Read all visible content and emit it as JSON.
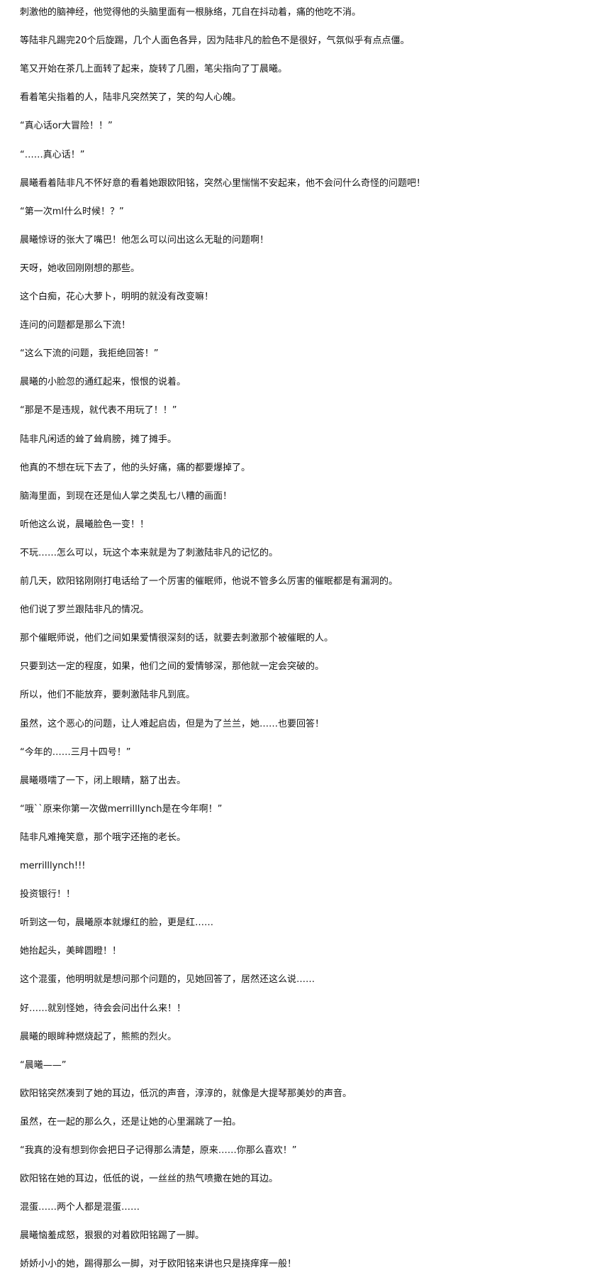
{
  "article": {
    "paragraphs": [
      "刺激他的脑神经，他觉得他的头脑里面有一根脉络，兀自在抖动着，痛的他吃不消。",
      "等陆非凡踢完20个后旋踢，几个人面色各异，因为陆非凡的脸色不是很好，气氛似乎有点点僵。",
      "笔又开始在茶几上面转了起来，旋转了几圈，笔尖指向了丁晨曦。",
      "看着笔尖指着的人，陆非凡突然笑了，笑的勾人心魄。",
      "“真心话or大冒险！！”",
      "“……真心话！”",
      "晨曦看着陆非凡不怀好意的看着她跟欧阳铭，突然心里惴惴不安起来，他不会问什么奇怪的问题吧！",
      "“第一次ml什么时候！？”",
      "晨曦惊讶的张大了嘴巴！他怎么可以问出这么无耻的问题啊！",
      "天呀，她收回刚刚想的那些。",
      "这个白痴，花心大萝卜，明明的就没有改变嘛！",
      "连问的问题都是那么下流！",
      "“这么下流的问题，我拒绝回答！”",
      "晨曦的小脸忽的通红起来，恨恨的说着。",
      "“那是不是违规，就代表不用玩了！！”",
      "陆非凡闲适的耸了耸肩膀，摊了摊手。",
      "他真的不想在玩下去了，他的头好痛，痛的都要爆掉了。",
      "脑海里面，到现在还是仙人掌之类乱七八糟的画面！",
      "听他这么说，晨曦脸色一变！！",
      "不玩……怎么可以，玩这个本来就是为了刺激陆非凡的记忆的。",
      "前几天，欧阳铭刚刚打电话给了一个厉害的催眠师，他说不管多么厉害的催眠都是有漏洞的。",
      "他们说了罗兰跟陆非凡的情况。",
      "那个催眠师说，他们之间如果爱情很深刻的话，就要去刺激那个被催眠的人。",
      "只要到达一定的程度，如果，他们之间的爱情够深，那他就一定会突破的。",
      "所以，他们不能放弃，要刺激陆非凡到底。",
      "虽然，这个恶心的问题，让人难起启齿，但是为了兰兰，她……也要回答！",
      "“今年的……三月十四号！”",
      "晨曦嗫嚅了一下，闭上眼睛，豁了出去。",
      "“哦``原来你第一次做merrilllynch是在今年啊！”",
      "陆非凡难掩笑意，那个哦字还拖的老长。",
      "merrilllynch!!!",
      "投资银行！！",
      "听到这一句，晨曦原本就爆红的脸，更是红……",
      "她抬起头，美眸圆瞪！！",
      "这个混蛋，他明明就是想问那个问题的，见她回答了，居然还这么说……",
      "好……就别怪她，待会会问出什么来！！",
      "晨曦的眼眸种燃烧起了，熊熊的烈火。",
      "“晨曦——”",
      "欧阳铭突然凑到了她的耳边，低沉的声音，淳淳的，就像是大提琴那美妙的声音。",
      "虽然，在一起的那么久，还是让她的心里漏跳了一拍。",
      "“我真的没有想到你会把日子记得那么清楚，原来……你那么喜欢！”",
      "欧阳铭在她的耳边，低低的说，一丝丝的热气喷撒在她的耳边。",
      "混蛋……两个人都是混蛋……",
      "晨曦恼羞成怒，狠狠的对着欧阳铭踢了一脚。",
      "娇娇小小的她，踢得那么一脚，对于欧阳铭来讲也只是挠痒痒一般！"
    ]
  }
}
